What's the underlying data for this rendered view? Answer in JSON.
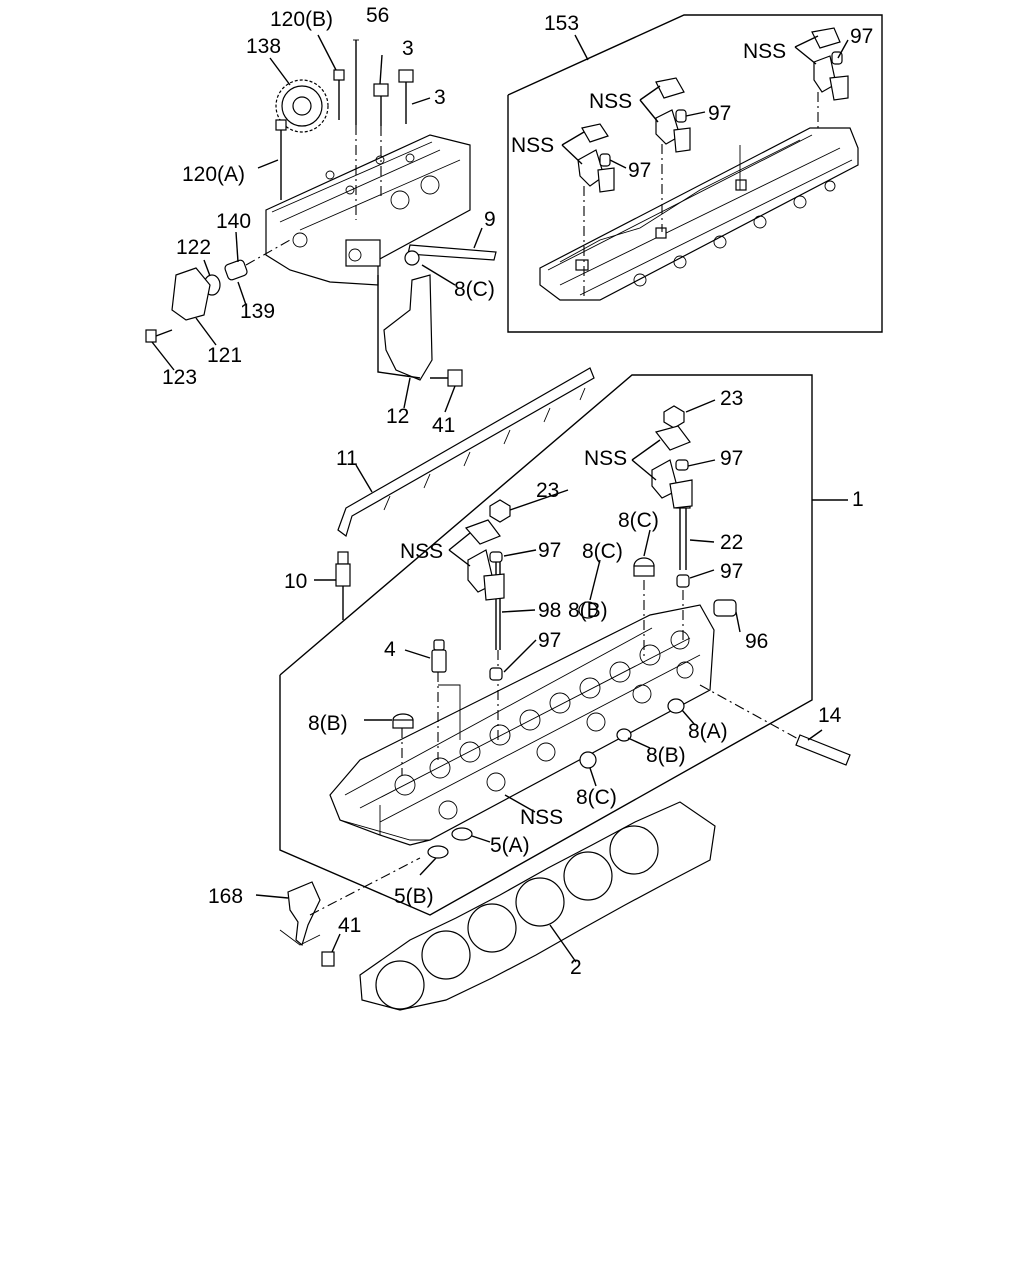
{
  "labels": {
    "l_120b": "120(B)",
    "l_56": "56",
    "l_3a": "3",
    "l_3b": "3",
    "l_138": "138",
    "l_120a": "120(A)",
    "l_140": "140",
    "l_122": "122",
    "l_139": "139",
    "l_121": "121",
    "l_123": "123",
    "l_9": "9",
    "l_8c_top": "8(C)",
    "l_12": "12",
    "l_41_top": "41",
    "l_153": "153",
    "l_nss_i1": "NSS",
    "l_97_i1": "97",
    "l_nss_i2": "NSS",
    "l_97_i2": "97",
    "l_nss_i3": "NSS",
    "l_97_i3": "97",
    "l_11": "11",
    "l_10": "10",
    "l_1": "1",
    "l_23a": "23",
    "l_nss_m1": "NSS",
    "l_97_m1": "97",
    "l_8c_m1": "8(C)",
    "l_22": "22",
    "l_97_m2": "97",
    "l_23b": "23",
    "l_nss_m2": "NSS",
    "l_97_m3": "97",
    "l_8c_m2": "8(C)",
    "l_98": "98",
    "l_8b_m": "8(B)",
    "l_97_m4": "97",
    "l_96": "96",
    "l_4": "4",
    "l_8b_left": "8(B)",
    "l_8a": "8(A)",
    "l_14": "14",
    "l_8b_right": "8(B)",
    "l_8c_low": "8(C)",
    "l_nss_low": "NSS",
    "l_5a": "5(A)",
    "l_5b": "5(B)",
    "l_168": "168",
    "l_41_low": "41",
    "l_2": "2"
  }
}
